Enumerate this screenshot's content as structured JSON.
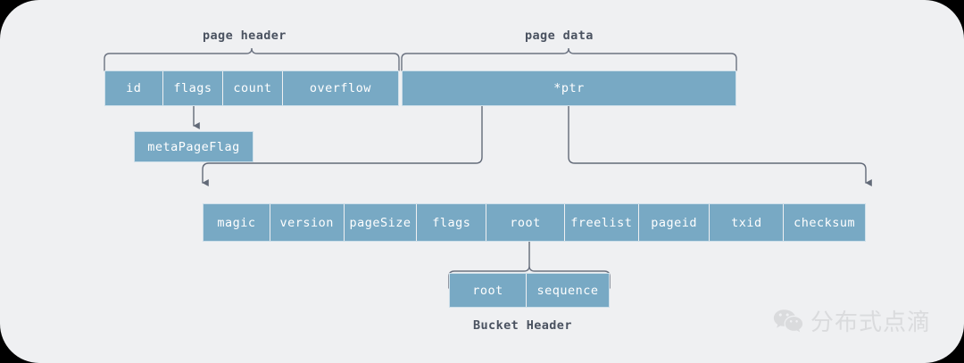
{
  "diagram": {
    "title_page_header": "page header",
    "title_page_data": "page data",
    "title_bucket_header": "Bucket Header",
    "colors": {
      "box_fill": "#78a9c4",
      "box_text": "#ffffff",
      "background": "#eff0f2",
      "connector": "#6b7280",
      "caption_text": "#4a5260"
    },
    "page_struct": {
      "header_fields": [
        {
          "label": "id"
        },
        {
          "label": "flags"
        },
        {
          "label": "count"
        },
        {
          "label": "overflow"
        }
      ],
      "data_fields": [
        {
          "label": "*ptr"
        }
      ]
    },
    "flags_detail": {
      "label": "metaPageFlag"
    },
    "meta_struct": {
      "fields": [
        {
          "label": "magic"
        },
        {
          "label": "version"
        },
        {
          "label": "pageSize"
        },
        {
          "label": "flags"
        },
        {
          "label": "root"
        },
        {
          "label": "freelist"
        },
        {
          "label": "pageid"
        },
        {
          "label": "txid"
        },
        {
          "label": "checksum"
        }
      ]
    },
    "bucket_struct": {
      "fields": [
        {
          "label": "root"
        },
        {
          "label": "sequence"
        }
      ]
    }
  },
  "watermark": {
    "icon": "wechat-icon",
    "text": "分布式点滴"
  }
}
